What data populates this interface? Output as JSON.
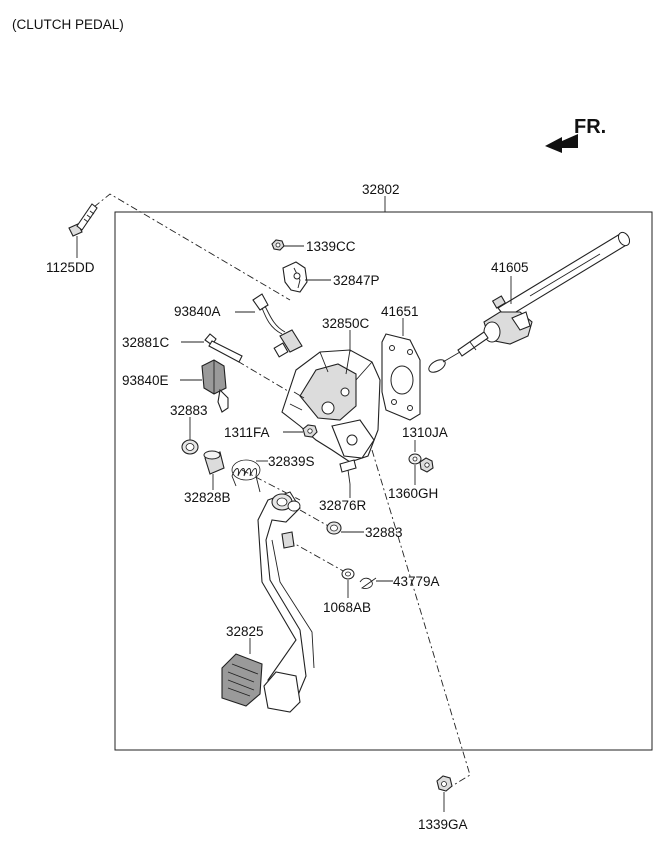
{
  "header": {
    "title": "(CLUTCH PEDAL)"
  },
  "direction": {
    "label": "FR."
  },
  "labels": {
    "p32802": "32802",
    "p1125DD": "1125DD",
    "p1339CC": "1339CC",
    "p32847P": "32847P",
    "p41605": "41605",
    "p93840A": "93840A",
    "p41651": "41651",
    "p32850C": "32850C",
    "p32881C": "32881C",
    "p93840E": "93840E",
    "p32883a": "32883",
    "p1311FA": "1311FA",
    "p1310JA": "1310JA",
    "p32839S": "32839S",
    "p32828B": "32828B",
    "p1360GH": "1360GH",
    "p32876R": "32876R",
    "p32883b": "32883",
    "p43779A": "43779A",
    "p1068AB": "1068AB",
    "p32825": "32825",
    "p1339GA": "1339GA"
  }
}
